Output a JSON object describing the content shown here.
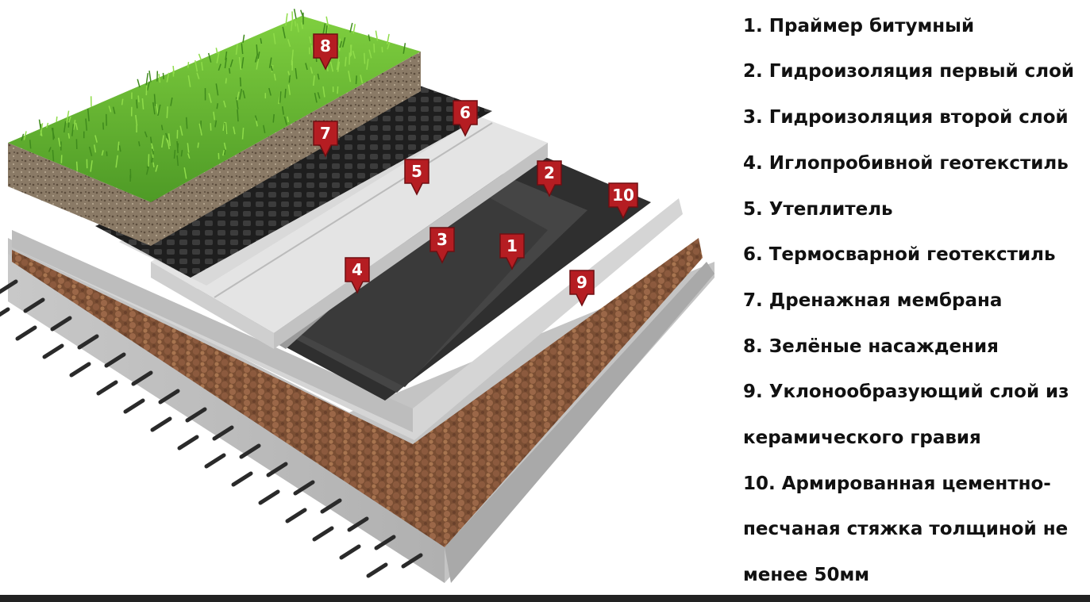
{
  "legend": {
    "items": [
      "1. Праймер битумный",
      "2. Гидроизоляция первый слой",
      "3. Гидроизоляция второй слой",
      "4. Иглопробивной геотекстиль",
      "5. Утеплитель",
      "6. Термосварной геотекстиль",
      "7. Дренажная мембрана",
      "8. Зелёные насаждения",
      "9. Уклонообразующий слой из",
      "керамического гравия",
      "10. Армированная цементно-",
      "песчаная стяжка толщиной не",
      "менее 50мм"
    ]
  },
  "markers": [
    "1",
    "2",
    "3",
    "4",
    "5",
    "6",
    "7",
    "8",
    "9",
    "10"
  ],
  "colors": {
    "marker": "#b51d22",
    "grass": "#5fae2f",
    "concrete": "#cfcfcf",
    "gravel": "#8a5a3a",
    "bitumen": "#3a3a3a",
    "insulation": "#e6e6e6",
    "membrane": "#1e1e1e",
    "soil": "#7a6a58"
  }
}
